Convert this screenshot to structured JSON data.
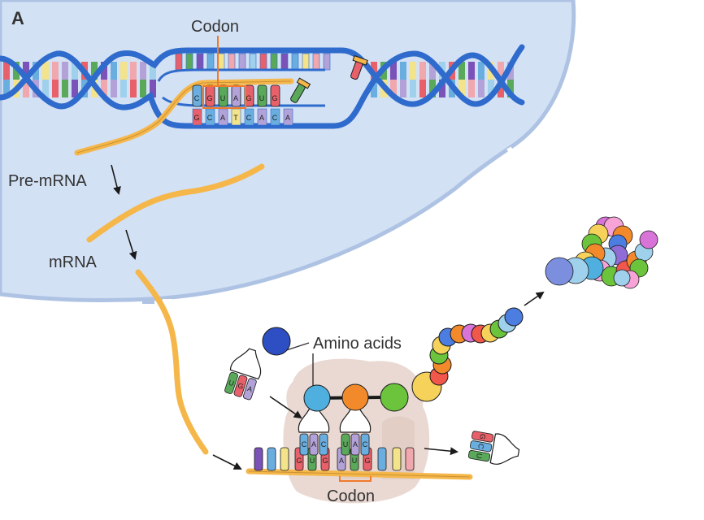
{
  "panel_letter": "A",
  "labels": {
    "codon_top": "Codon",
    "pre_mrna": "Pre-mRNA",
    "mrna": "mRNA",
    "amino_acids": "Amino acids",
    "codon_bottom": "Codon"
  },
  "sequences": {
    "dna_top_strand": [
      "C",
      "G",
      "U",
      "A",
      "G",
      "U",
      "G"
    ],
    "dna_bottom_strand": [
      "G",
      "C",
      "A",
      "T",
      "C",
      "A",
      "C",
      "A"
    ],
    "trna_anticodon_1": [
      "C",
      "A",
      "C"
    ],
    "trna_anticodon_2": [
      "U",
      "A",
      "C"
    ],
    "mrna_codon_1": [
      "G",
      "U",
      "G"
    ],
    "mrna_codon_2": [
      "A",
      "U",
      "G"
    ]
  },
  "colors": {
    "nucleus_fill": "#d3e1f5",
    "nucleus_edge": "#aec3e3",
    "dna_backbone": "#2f6bcc",
    "mrna_strand": "#f5b74a",
    "ribosome": "#e8d6cf",
    "codon_box": "#f07a2a",
    "base_red": "#e8616a",
    "base_green": "#5aa95b",
    "base_purple": "#7a52b8",
    "base_blue": "#6aaee0",
    "base_yellow": "#f3e38a",
    "base_pink": "#f1a7ae",
    "base_lavender": "#b2a2d8",
    "base_lightblue": "#9fd0ec"
  },
  "icons": [
    "dna-double-helix",
    "trna-molecule",
    "ribosome",
    "amino-acid-bead",
    "polypeptide-chain",
    "folded-protein"
  ]
}
